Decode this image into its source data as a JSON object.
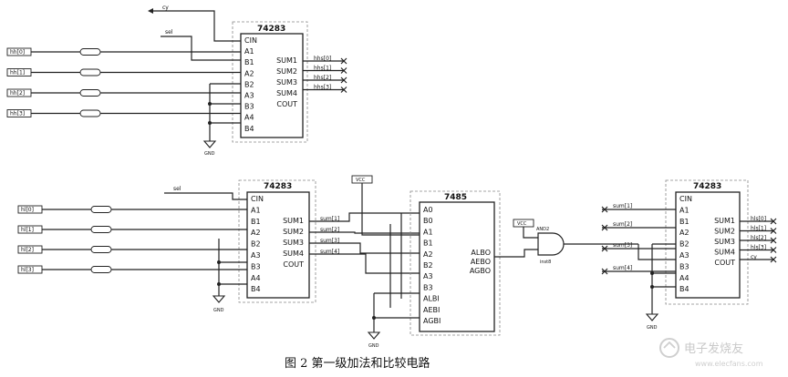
{
  "caption": "图 2   第一级加法和比较电路",
  "watermark": {
    "brand": "电子发烧友",
    "url": "www.elecfans.com"
  },
  "labels": {
    "cy": "cy",
    "sel": "sel",
    "vcc": "VCC",
    "gnd": "GND",
    "and_name": "AND2",
    "and_inst": "inst8"
  },
  "top_adder": {
    "name": "74283",
    "inputs": [
      "CIN",
      "A1",
      "B1",
      "A2",
      "B2",
      "A3",
      "B3",
      "A4",
      "B4"
    ],
    "outputs": [
      "SUM1",
      "SUM2",
      "SUM3",
      "SUM4",
      "COUT"
    ],
    "in_ports": [
      "hh[0]",
      "hh[1]",
      "hh[2]",
      "hh[3]"
    ],
    "out_ports": [
      "hhs[0]",
      "hhs[1]",
      "hhs[2]",
      "hhs[3]"
    ]
  },
  "bottom_adder": {
    "name": "74283",
    "inputs": [
      "CIN",
      "A1",
      "B1",
      "A2",
      "B2",
      "A3",
      "B3",
      "A4",
      "B4"
    ],
    "outputs": [
      "SUM1",
      "SUM2",
      "SUM3",
      "SUM4",
      "COUT"
    ],
    "in_ports": [
      "hl[0]",
      "hl[1]",
      "hl[2]",
      "hl[3]"
    ],
    "out_ports": [
      "sum[1]",
      "sum[2]",
      "sum[3]",
      "sum[4]"
    ]
  },
  "comparator": {
    "name": "7485",
    "inputs": [
      "A0",
      "B0",
      "A1",
      "B1",
      "A2",
      "B2",
      "A3",
      "B3",
      "ALBI",
      "AEBI",
      "AGBI"
    ],
    "outputs": [
      "ALBO",
      "AEBO",
      "AGBO"
    ]
  },
  "right_adder": {
    "name": "74283",
    "inputs": [
      "CIN",
      "A1",
      "B1",
      "A2",
      "B2",
      "A3",
      "B3",
      "A4",
      "B4"
    ],
    "outputs": [
      "SUM1",
      "SUM2",
      "SUM3",
      "SUM4",
      "COUT"
    ],
    "in_ports": [
      "sum[1]",
      "sum[2]",
      "sum[3]",
      "sum[4]"
    ],
    "out_ports": [
      "hls[0]",
      "hls[1]",
      "hls[2]",
      "hls[3]",
      "cy"
    ]
  }
}
